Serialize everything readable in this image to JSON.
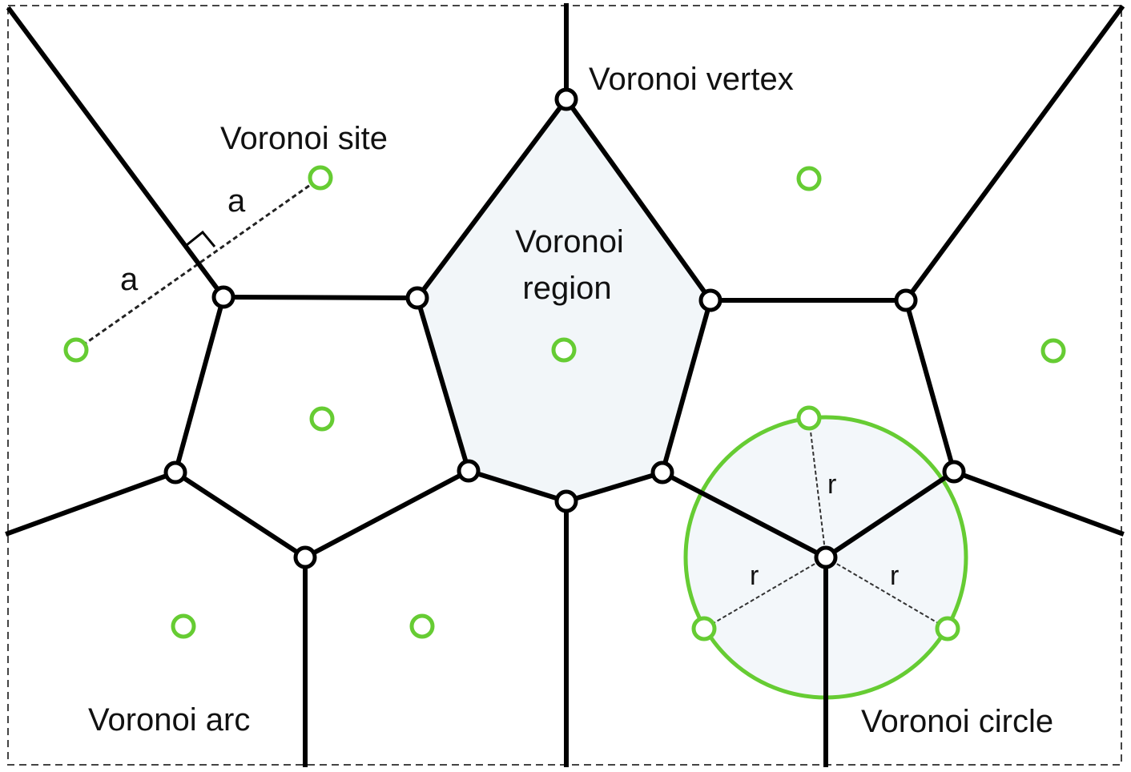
{
  "labels": {
    "voronoi_vertex": "Voronoi vertex",
    "voronoi_site": "Voronoi site",
    "voronoi_region_line1": "Voronoi",
    "voronoi_region_line2": "region",
    "voronoi_arc": "Voronoi arc",
    "voronoi_circle": "Voronoi circle",
    "distance_a": "a",
    "radius_r": "r"
  },
  "colors": {
    "site_stroke": "#66cc33",
    "circle_stroke": "#66cc33",
    "region_fill": "#f2f6f9",
    "arc_stroke": "#000000"
  }
}
